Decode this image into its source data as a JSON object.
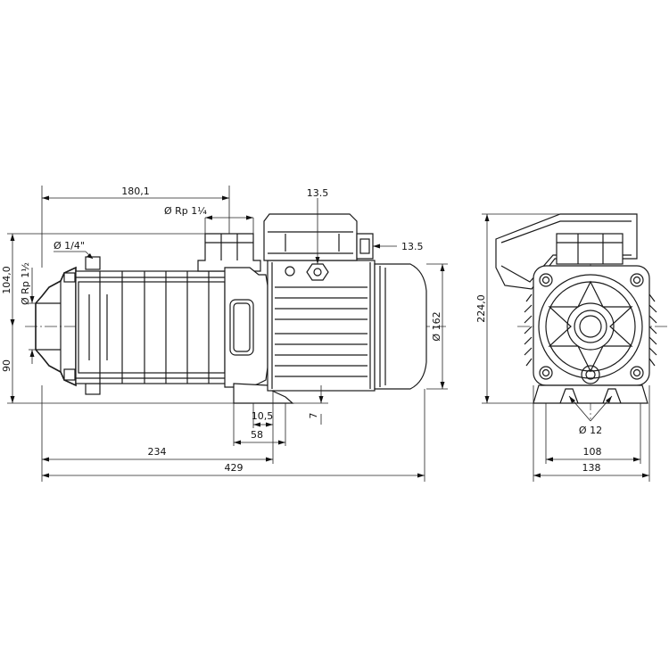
{
  "dimensions": {
    "d180": "180,1",
    "rp114": "Ø Rp 1¼",
    "d135_top": "13.5",
    "d135_side": "13.5",
    "d14in": "Ø 1/4\"",
    "rp112": "Ø Rp 1½",
    "d104": "104,0",
    "d90": "90",
    "d162": "Ø 162",
    "d105": "10,5",
    "d7": "7",
    "d58": "58",
    "d234": "234",
    "d429": "429",
    "d224": "224,0",
    "d12": "Ø 12",
    "d108": "108",
    "d138": "138"
  }
}
